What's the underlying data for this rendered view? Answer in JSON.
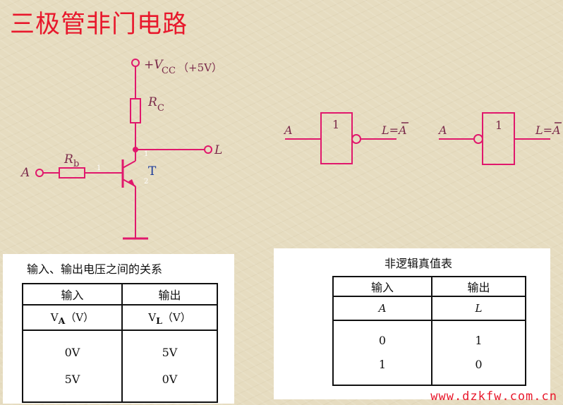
{
  "title": "三极管非门电路",
  "circuit": {
    "vcc_label": "+V",
    "vcc_sub": "CC",
    "vcc_value": "（+5V）",
    "rc_label": "R",
    "rc_sub": "C",
    "rb_label": "R",
    "rb_sub": "b",
    "input_label": "A",
    "output_label": "L",
    "transistor_label": "T",
    "pin1_base": "1",
    "pin1_collector": "1",
    "pin2_emitter": "2"
  },
  "gate1": {
    "input": "A",
    "output": "L=A",
    "symbol": "1"
  },
  "gate2": {
    "input": "A",
    "output": "L=A",
    "symbol": "1"
  },
  "table1": {
    "caption": "输入、输出电压之间的关系",
    "header": [
      "输入",
      "输出"
    ],
    "sub_in": "V",
    "sub_in_s": "A",
    "sub_in_unit": "（V）",
    "sub_out": "V",
    "sub_out_s": "L",
    "sub_out_unit": "（V）",
    "rows": [
      [
        "0V",
        "5V"
      ],
      [
        "5V",
        "0V"
      ]
    ]
  },
  "implies_symbol": "⟹",
  "table2": {
    "caption": "非逻辑真值表",
    "header": [
      "输入",
      "输出"
    ],
    "vars": [
      "A",
      "L"
    ],
    "rows": [
      [
        "0",
        "1"
      ],
      [
        "1",
        "0"
      ]
    ]
  },
  "watermark": "www.dzkfw.com.cn",
  "colors": {
    "title": "#e8182c",
    "wire": "#e0186c",
    "text": "#7a2a4a"
  }
}
